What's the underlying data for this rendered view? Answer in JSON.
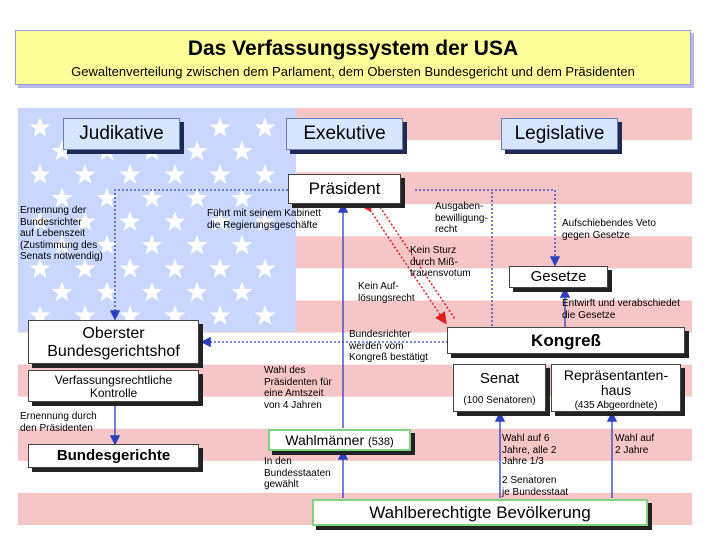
{
  "title": "Das Verfassungssystem der USA",
  "subtitle": "Gewaltenverteilung zwischen dem Parlament, dem Obersten Bundesgericht und dem Präsidenten",
  "headers": {
    "judikative": "Judikative",
    "exekutive": "Exekutive",
    "legislative": "Legislative"
  },
  "boxes": {
    "praesident": "Präsident",
    "oberster": "Oberster\nBundesgerichtshof",
    "kontrolle": "Verfassungsrechtliche\nKontrolle",
    "bundesgerichte": "Bundesgerichte",
    "gesetze": "Gesetze",
    "kongress": "Kongreß",
    "senat": "Senat",
    "senat_sub": "(100 Senatoren)",
    "haus": "Repräsentanten-\nhaus",
    "haus_sub": "(435 Abgeordnete)",
    "wahlmaenner": "Wahlmänner",
    "wahlmaenner_count": "(538)",
    "bevoelkerung": "Wahlberechtigte Bevölkerung"
  },
  "labels": {
    "ernennung_richter": "Ernennung der\nBundesrichter\nauf Lebenszeit\n(Zustimmung des\nSenats notwendig)",
    "kabinett": "Führt mit seinem Kabinett\ndie Regierungsgeschäfte",
    "ausgaben": "Ausgaben-\nbewilligung-\nrecht",
    "veto": "Aufschiebendes Veto\ngegen Gesetze",
    "sturz": "Kein Sturz\ndurch Miß-\ntrauensvotum",
    "aufloesung": "Kein Auf-\nlösungsrecht",
    "verabschiedet": "Entwirft und verabschiedet\ndie Gesetze",
    "bestaetigt": "Bundesrichter\nwerden vom\nKongreß bestätigt",
    "ernennung_praes": "Ernennung durch\nden Präsidenten",
    "wahl_praes": "Wahl des\nPräsidenten für\neine Amtszeit\nvon 4 Jahren",
    "bundesstaaten": "In den\nBundesstaaten\ngewählt",
    "wahl6": "Wahl auf 6\nJahre, alle 2\nJahre 1/3",
    "senatoren2": "2 Senatoren\nje Bundesstaat",
    "wahl2": "Wahl auf\n2 Jahre"
  },
  "colors": {
    "stripe_red": "#f6c6c6",
    "canton": "#c9d6ff",
    "arrow": "#2b3fbf",
    "red_arrow": "#e02020",
    "green_border": "#7fd27f"
  }
}
